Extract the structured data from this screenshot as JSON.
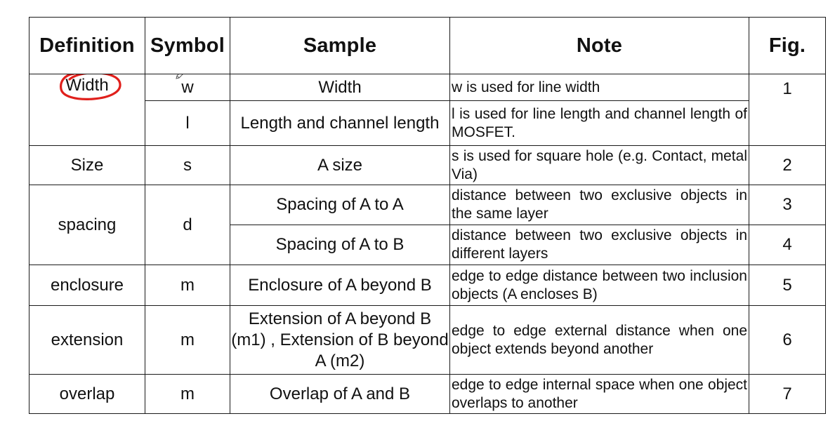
{
  "table": {
    "headers": {
      "definition": "Definition",
      "symbol": "Symbol",
      "sample": "Sample",
      "note": "Note",
      "fig": "Fig."
    },
    "rows": [
      {
        "definition": "Width",
        "symbol": "w",
        "sample": "Width",
        "note": "w is used for line width",
        "fig": "1"
      },
      {
        "definition": "",
        "symbol": "l",
        "sample": "Length and channel length",
        "note": "l is used for line length and channel length of MOSFET.",
        "fig": ""
      },
      {
        "definition": "Size",
        "symbol": "s",
        "sample": "A size",
        "note": "s is used for square hole (e.g. Contact, metal Via)",
        "fig": "2"
      },
      {
        "definition": "spacing",
        "symbol": "d",
        "sample": "Spacing of A to A",
        "note": "distance between two exclusive objects in the same layer",
        "fig": "3"
      },
      {
        "definition": "",
        "symbol": "",
        "sample": "Spacing of A to B",
        "note": "distance between two exclusive objects in different layers",
        "fig": "4"
      },
      {
        "definition": "enclosure",
        "symbol": "m",
        "sample": "Enclosure of A beyond B",
        "note": "edge to edge distance between two inclusion objects (A encloses B)",
        "fig": "5"
      },
      {
        "definition": "extension",
        "symbol": "m",
        "sample": "Extension of A beyond B (m1) , Extension of B beyond A (m2)",
        "note": "edge to edge external distance when one object extends beyond another",
        "fig": "6"
      },
      {
        "definition": "overlap",
        "symbol": "m",
        "sample": "Overlap of A and B",
        "note": "edge to edge internal space when one object overlaps to another",
        "fig": "7"
      }
    ]
  },
  "annotation": {
    "circle_color": "#e0201c",
    "pen_icon": "pen-cursor-icon"
  }
}
